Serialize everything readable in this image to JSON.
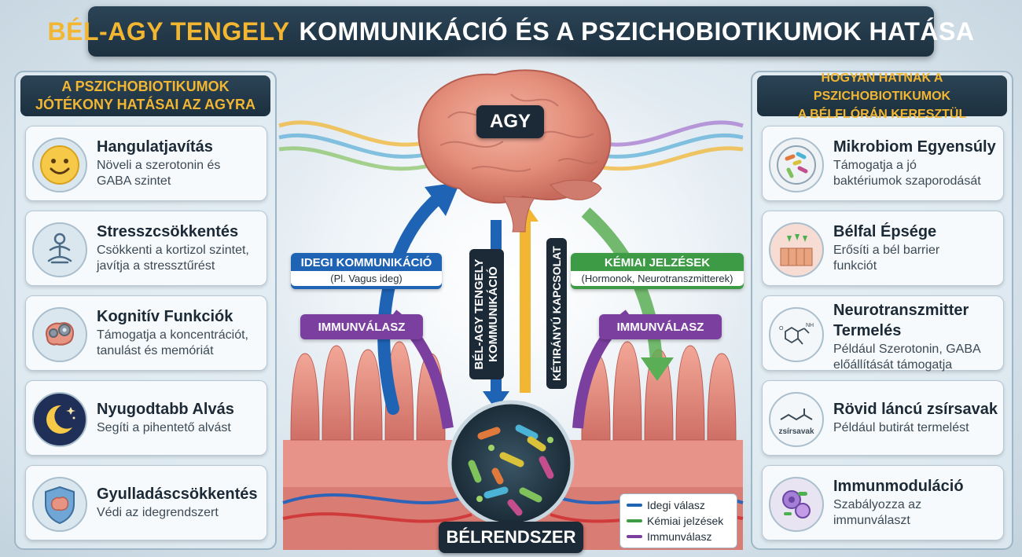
{
  "title": {
    "accent": "BÉL-AGY TENGELY",
    "rest": "KOMMUNIKÁCIÓ ÉS A PSZICHOBIOTIKUMOK HATÁSA"
  },
  "left_panel": {
    "header_line1": "A PSZICHOBIOTIKUMOK",
    "header_line2": "JÓTÉKONY HATÁSAI AZ AGYRA",
    "cards": [
      {
        "title": "Hangulatjavítás",
        "line1": "Növeli a szerotonin és",
        "line2": "GABA szintet",
        "icon": "smiley-icon"
      },
      {
        "title": "Stresszcsökkentés",
        "line1": "Csökkenti a kortizol szintet,",
        "line2": "javítja a stressztűrést",
        "icon": "meditation-icon"
      },
      {
        "title": "Kognitív Funkciók",
        "line1": "Támogatja a koncentrációt,",
        "line2": "tanulást és memóriát",
        "icon": "brain-gears-icon"
      },
      {
        "title": "Nyugodtabb Alvás",
        "line1": "Segíti a pihentető alvást",
        "line2": "",
        "icon": "moon-stars-icon"
      },
      {
        "title": "Gyulladáscsökkentés",
        "line1": "Védi az idegrendszert",
        "line2": "",
        "icon": "brain-shield-icon"
      }
    ]
  },
  "right_panel": {
    "header_line1": "HOGYAN HATNAK A PSZICHOBIOTIKUMOK",
    "header_line2": "A BÉLFLÓRÁN KERESZTÜL",
    "cards": [
      {
        "title": "Mikrobiom Egyensúly",
        "title2": "",
        "line1": "Támogatja a jó",
        "line2": "baktériumok szaporodását",
        "icon": "petri-dish-icon"
      },
      {
        "title": "Bélfal Épsége",
        "title2": "",
        "line1": "Erősíti a bél barrier",
        "line2": "funkciót",
        "icon": "intestinal-wall-icon"
      },
      {
        "title": "Neurotranszmitter",
        "title2": "Termelés",
        "line1": "Például Szerotonin, GABA",
        "line2": "előállítását támogatja",
        "icon": "molecule-icon"
      },
      {
        "title": "Rövid láncú zsírsavak",
        "title2": "",
        "line1": "Például butirát termelést",
        "line2": "",
        "icon": "fatty-acid-icon",
        "icon_label": "zsírsavak"
      },
      {
        "title": "Immunmoduláció",
        "title2": "",
        "line1": "Szabályozza az",
        "line2": "immunválaszt",
        "icon": "immune-cells-icon"
      }
    ]
  },
  "center": {
    "brain_label": "AGY",
    "gut_label": "BÉLRENDSZER",
    "neural_title": "IDEGI KOMMUNIKÁCIÓ",
    "neural_sub": "(Pl. Vagus ideg)",
    "chemical_title": "KÉMIAI JELZÉSEK",
    "chemical_sub": "(Hormonok, Neurotranszmitterek)",
    "immune_left": "IMMUNVÁLASZ",
    "immune_right": "IMMUNVÁLASZ",
    "axis_line1": "BÉL-AGY TENGELY",
    "axis_line2": "KOMMUNIKÁCIÓ",
    "bidirectional": "KÉTIRÁNYÚ KAPCSOLAT"
  },
  "legend": [
    {
      "label": "Idegi válasz",
      "color": "#1f63b5"
    },
    {
      "label": "Kémiai jelzések",
      "color": "#3d9b45"
    },
    {
      "label": "Immunválasz",
      "color": "#7b3fa0"
    }
  ],
  "colors": {
    "accent": "#f2b632",
    "dark": "#1b2a36",
    "neural": "#1f63b5",
    "chemical": "#3d9b45",
    "immune": "#7b3fa0"
  }
}
